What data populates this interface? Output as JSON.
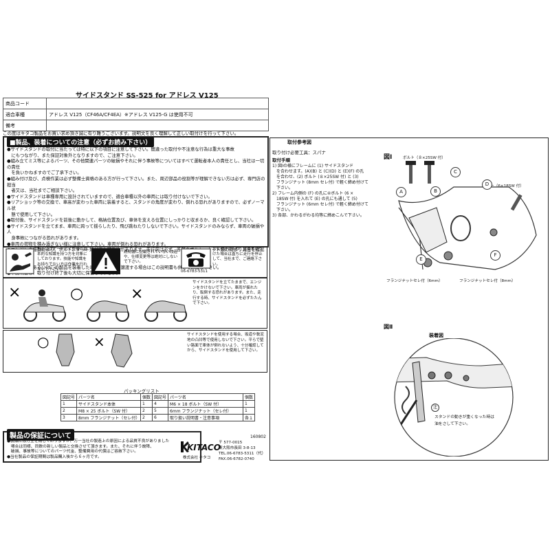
{
  "header": {
    "title": "サイドスタンド SS-525 for アドレス V125",
    "rows": [
      {
        "label": "商品コード",
        "value": ""
      },
      {
        "label": "適合車種",
        "value": "アドレス V125（CF46A/CF4EA）※アドレス V125-G は使用不可"
      },
      {
        "label": "備考",
        "value": ""
      }
    ],
    "thanks": "この度はキタコ製品をお買い求め頂き誠に有り難うございます。説明文を良く理解して正しい取付けを行って下さい。"
  },
  "safety": {
    "title": "■製品、装着についての注意（必ずお読み下さい）",
    "items": [
      "●サイドスタンドの取付に当たっては特に以下の項目に注意して下さい。間違った取付や不注意な行為は重大な事故",
      "　にもつながり、また保証対象外となりますので、ご注意下さい。",
      "●組み立てミス等によるパーツ、その他関連パーツの破損やそれに伴う事故等についてはすべて運転者本人の責任とし、当社は一切の責任",
      "　を負いかねますのでご了承下さい。",
      "●組み付け及び、点検作業は必ず整備士資格のある方が行って下さい。また、周辺部品の役割等が理解できない方は必ず、専門店の担当",
      "　者又は、当社までご相談下さい。",
      "●サイドスタンドは車種専用に設計されていますので、適合車種以外の車両には取り付けないで下さい。",
      "●リアショック等の交換で、車高が変わった車両に装着すると、スタンドの角度が変わり、倒れる恐れがありますので、必ずノーマル状",
      "　態で使用して下さい。",
      "●取付後、サイドスタンドを前後に動かして、格納位置及び、車体を支える位置にしっかりと収まるか、良く確認して下さい。",
      "●サイドスタンドを立てまま、車両に跨って揺らしたり、飛び跳ねたりしないで下さい。サイドスタンドのみならず、車両の破損や人",
      "　身事故につながる恐れがあります。",
      "●車両の荷物を積み過ぎない様に注意して下さい。車両が倒れる恐れがあります。",
      "●エンジンの振動により、ボルト、ナット類が緩む可能性があります。走行前は必ず、各部のボルト、ナット類の締まり具合を確認して",
      "　下さい。",
      "●この製品、あるいはこの製品を装着した車両を第三者に譲渡する場合はこの説明書も併せてお渡し下さい。",
      "●本説明書は、取り付け終了後も大切に保管して下さい。"
    ]
  },
  "notices": {
    "mechanic": "当商品はオートバイ整備の基本的な知識を持つ方を対象にしております。技能や知識をお持ちでない方は作業を行わないで下さい。",
    "spec_change": "説明書に記載されていない改造や、仕様変更等は絶対にしないで下さい。",
    "contact": "お気付きの点や、異常を見つけた場合は直ちに走行を停止して、当社まで、ご連絡下さい。",
    "phone": "06-6783-5311",
    "standing": "サイドスタンドを立てたままで、エンジンをかけないで下さい。車両が揺れたり、転倒する恐れがあります。また、走行する時、サイドスタンドを必ずたたんで下さい。",
    "ground": "サイドスタンドを使用する場合、坂道や軟泥地の凸凹等で使用しないで下さい。平らで堅い路面で車体が倒れないよう、十分確認してから、サイドスタンドを使用して下さい。"
  },
  "parts": {
    "title": "パッキングリスト",
    "headers": [
      "図記号",
      "パーツ名",
      "個数",
      "図記号",
      "パーツ名",
      "個数"
    ],
    "rows": [
      [
        "1",
        "サイドスタンド本体",
        "1",
        "4",
        "M6 × 18 ボルト（SW 付）",
        "1"
      ],
      [
        "2",
        "M8 × 25 ボルト（SW 付）",
        "2",
        "5",
        "6mm フランジナット（セレ付）",
        "1"
      ],
      [
        "3",
        "8mm フランジナット（セレ付）",
        "2",
        "6",
        "取り扱い説明書・注意事項",
        "各１"
      ]
    ]
  },
  "warranty": {
    "title": "製品の保証について",
    "items": [
      "●製品には万全を期しておりますが、万一当社の製造上の原因による品質不良がありました",
      "　場合は同様、同数の新しい製品と交換させて頂きます。また、それに伴う故障、",
      "　破損、事故等についてのパーツ代金、整備費用の代償はご容赦下さい。",
      "●当社製品の保証期間は製品購入後から６ヶ月です。"
    ],
    "code": "160802",
    "company": "株式会社 キタコ",
    "logo": "KITACO",
    "address": [
      "〒 577-0015",
      "東大阪市長田 3-8-13",
      "TEL.06-6783-5311（代）",
      "FAX.06-6782-0740"
    ]
  },
  "install": {
    "title": "取付参考図",
    "tools": "取り付け必要工具：スパナ",
    "procedure_title": "取付手順",
    "steps": [
      "1) 図Ⅰの様にフレームに (1) サイドスタンド",
      "　を合わせます。(A)(B) と (C)(D) と (E)(F) の孔",
      "　を合わせ、(2) ボルト (８×25SW 付) と (3)",
      "　フランジナット (8mm セレ付) で軽く締め付けて",
      "　下さい。",
      "2) フレーム内側の (F) の孔に④ボルト (6 ×",
      "　18SW 付) を入れて (E) の孔にも通して (5)",
      "　フランジナット (6mm セレ付) で軽く締め付けて",
      "　下さい。",
      "3) 各部、かわるがわる均等に締めこんで下さい。"
    ],
    "fig1": {
      "label": "図Ⅰ",
      "bolt8": "ボルト（８×25SW 付）",
      "bolt6": "ボルト（6×18SW 付）",
      "nut6": "フランジナットセレ付（6mm）",
      "nut8": "フランジナットセレ付（8mm）",
      "letters": [
        "A",
        "B",
        "C",
        "D",
        "E",
        "F"
      ]
    },
    "fig2": {
      "label": "図Ⅱ",
      "caption": "装着図",
      "note_mark": "注",
      "note": "スタンドの動きが重くなった時は油をさして下さい。"
    }
  }
}
